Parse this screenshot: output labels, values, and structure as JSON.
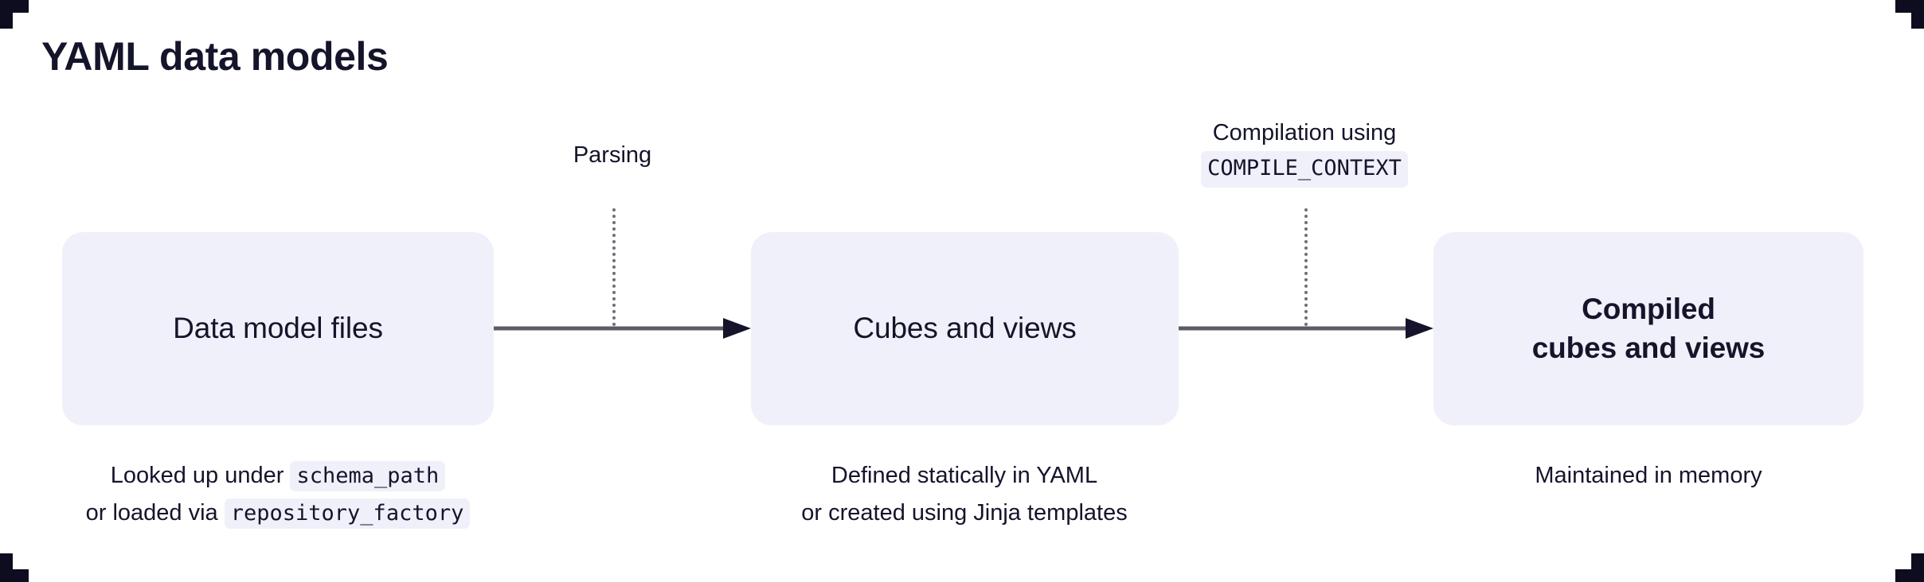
{
  "page": {
    "title": "YAML data models",
    "background_color": "#ffffff",
    "text_color": "#14142b",
    "box_fill_color": "#f0f0fa",
    "arrow_line_color": "#5c5c66",
    "arrow_head_color": "#14142b",
    "tick_color": "#6e6e7a"
  },
  "crop_marks": {
    "top_left": "crop-mark-top-left",
    "top_right": "crop-mark-top-right",
    "bottom_left": "crop-mark-bottom-left",
    "bottom_right": "crop-mark-bottom-right"
  },
  "diagram": {
    "type": "flow",
    "direction": "left-to-right",
    "nodes": [
      {
        "id": "data-model-files",
        "label": "Data model files",
        "bold": false,
        "caption_lines": [
          {
            "text": "Looked up under ",
            "code": "schema_path"
          },
          {
            "text": "or loaded via ",
            "code": "repository_factory"
          }
        ]
      },
      {
        "id": "cubes-and-views",
        "label": "Cubes and views",
        "bold": false,
        "caption_lines": [
          {
            "text": "Defined statically in YAML",
            "code": ""
          },
          {
            "text": "or created using Jinja templates",
            "code": ""
          }
        ]
      },
      {
        "id": "compiled-cubes-and-views",
        "label": "Compiled\ncubes and views",
        "bold": true,
        "caption_lines": [
          {
            "text": "Maintained in memory",
            "code": ""
          }
        ]
      }
    ],
    "edges": [
      {
        "id": "parsing",
        "from": "data-model-files",
        "to": "cubes-and-views",
        "label_text": "Parsing",
        "label_code": ""
      },
      {
        "id": "compilation",
        "from": "cubes-and-views",
        "to": "compiled-cubes-and-views",
        "label_text": "Compilation using",
        "label_code": "COMPILE_CONTEXT"
      }
    ]
  }
}
